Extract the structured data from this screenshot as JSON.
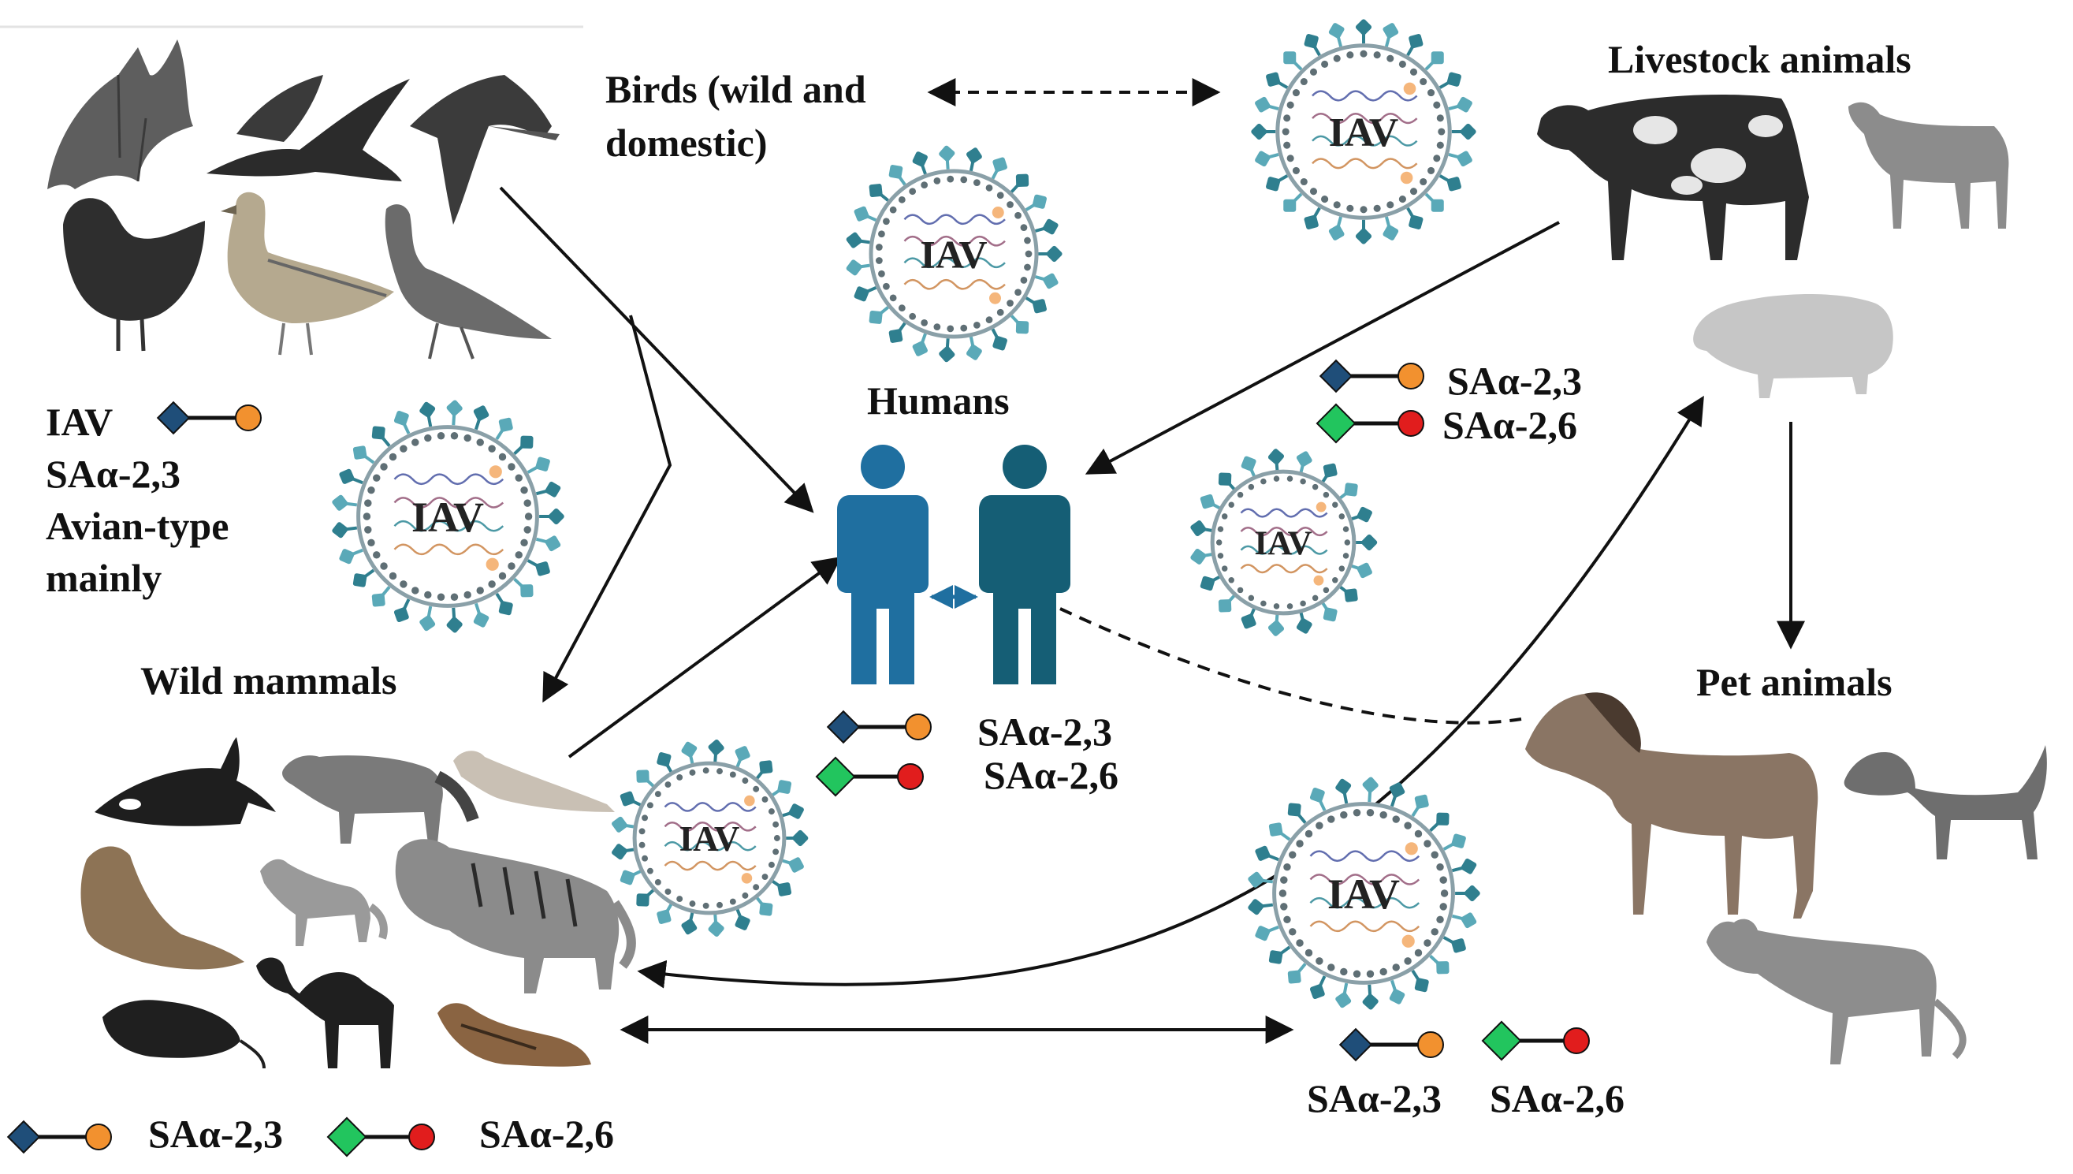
{
  "labels": {
    "birds_line1": "Birds (wild and",
    "birds_line2": "domestic)",
    "livestock": "Livestock animals",
    "humans": "Humans",
    "wild_mammals": "Wild mammals",
    "pet_animals": "Pet animals",
    "avian_iav": "IAV",
    "avian_sa": "SAα-2,3",
    "avian_type": "Avian-type",
    "avian_mainly": "mainly"
  },
  "virus_label": "IAV",
  "receptors": {
    "sa23": "SAα-2,3",
    "sa26": "SAα-2,6"
  },
  "colors": {
    "virus_spike": "#5aa9b8",
    "virus_spike_dark": "#2f7f8f",
    "receptor_diamond_blue": "#1f4e79",
    "receptor_diamond_green": "#22c55e",
    "receptor_circle_orange": "#f2912f",
    "receptor_circle_red": "#e11d1d",
    "human_light": "#1f6fa0",
    "human_dark": "#155e75"
  },
  "icons": [
    "bat-icon",
    "crow-icon",
    "swallow-icon",
    "chicken-icon",
    "duck-icon",
    "turkey-icon",
    "cow-icon",
    "goat-icon",
    "pig-icon",
    "horse-icon",
    "dog-icon",
    "cat-icon",
    "orca-icon",
    "raccoon-icon",
    "ferret-icon",
    "sea-lion-icon",
    "fox-icon",
    "tiger-icon",
    "camel-icon",
    "mouse-icon",
    "chipmunk-icon",
    "human-icon"
  ]
}
